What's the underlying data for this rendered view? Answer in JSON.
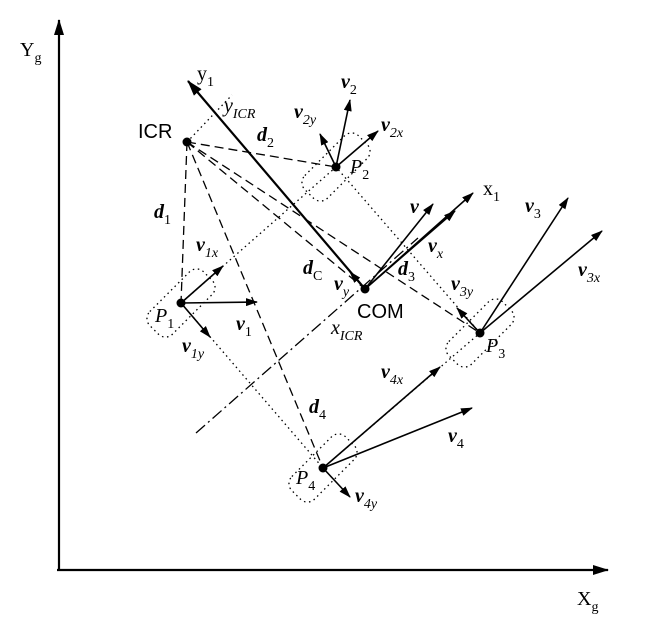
{
  "axes": {
    "yg": {
      "main": "Y",
      "sub": "g"
    },
    "xg": {
      "main": "X",
      "sub": "g"
    },
    "y1": {
      "main": "y",
      "sub": "1"
    },
    "x1": {
      "main": "x",
      "sub": "1"
    }
  },
  "points": {
    "icr": "ICR",
    "com": "COM",
    "p1": {
      "main": "P",
      "sub": "1"
    },
    "p2": {
      "main": "P",
      "sub": "2"
    },
    "p3": {
      "main": "P",
      "sub": "3"
    },
    "p4": {
      "main": "P",
      "sub": "4"
    }
  },
  "icr_axes": {
    "y_icr": {
      "main": "y",
      "sub": "ICR"
    },
    "x_icr": {
      "main": "x",
      "sub": "ICR"
    }
  },
  "distances": {
    "d1": {
      "main": "d",
      "sub": "1"
    },
    "d2": {
      "main": "d",
      "sub": "2"
    },
    "d3": {
      "main": "d",
      "sub": "3"
    },
    "d4": {
      "main": "d",
      "sub": "4"
    },
    "dC": {
      "main": "d",
      "sub": "C"
    }
  },
  "velocities": {
    "v": {
      "main": "v",
      "sub": ""
    },
    "vx": {
      "main": "v",
      "sub": "x"
    },
    "vy": {
      "main": "v",
      "sub": "y"
    },
    "v1": {
      "main": "v",
      "sub": "1"
    },
    "v1x": {
      "main": "v",
      "sub": "1x"
    },
    "v1y": {
      "main": "v",
      "sub": "1y"
    },
    "v2": {
      "main": "v",
      "sub": "2"
    },
    "v2x": {
      "main": "v",
      "sub": "2x"
    },
    "v2y": {
      "main": "v",
      "sub": "2y"
    },
    "v3": {
      "main": "v",
      "sub": "3"
    },
    "v3x": {
      "main": "v",
      "sub": "3x"
    },
    "v3y": {
      "main": "v",
      "sub": "3y"
    },
    "v4": {
      "main": "v",
      "sub": "4"
    },
    "v4x": {
      "main": "v",
      "sub": "4x"
    },
    "v4y": {
      "main": "v",
      "sub": "4y"
    }
  }
}
